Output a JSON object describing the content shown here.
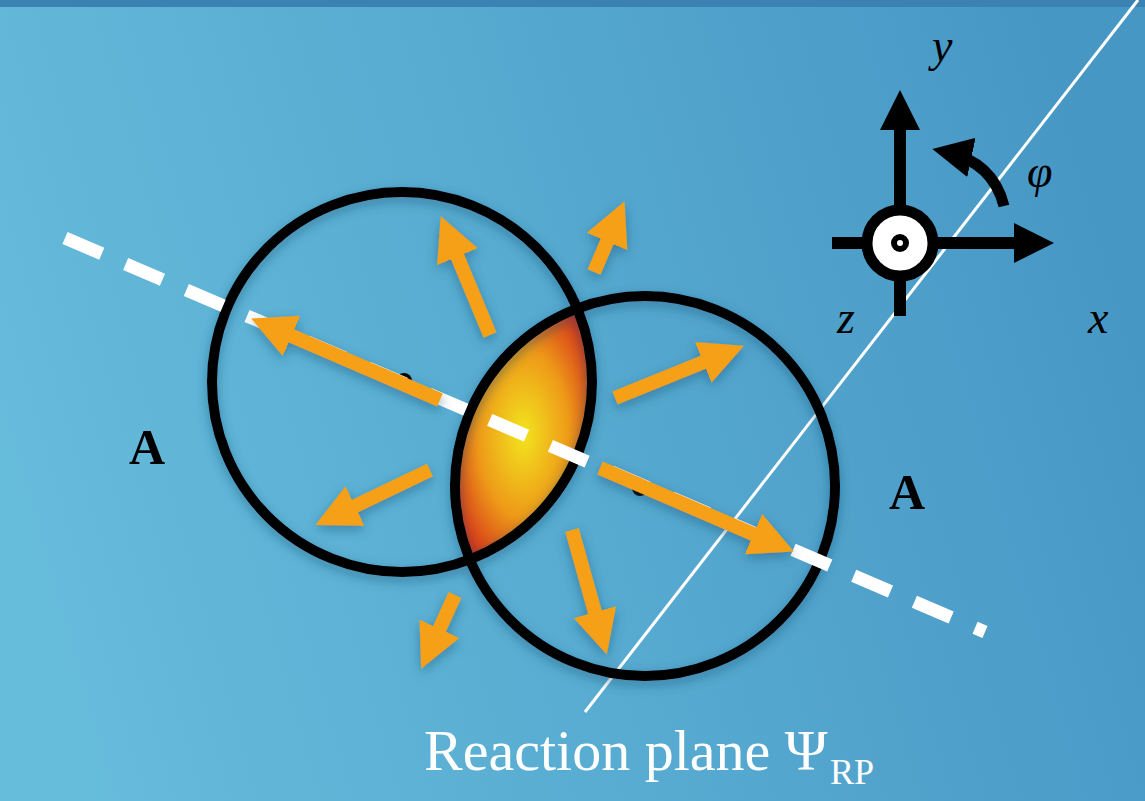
{
  "diagram": {
    "labels": [
      "A",
      "A",
      "y",
      "x",
      "z",
      "φ",
      "Reaction plane Ψ",
      "RP"
    ]
  }
}
